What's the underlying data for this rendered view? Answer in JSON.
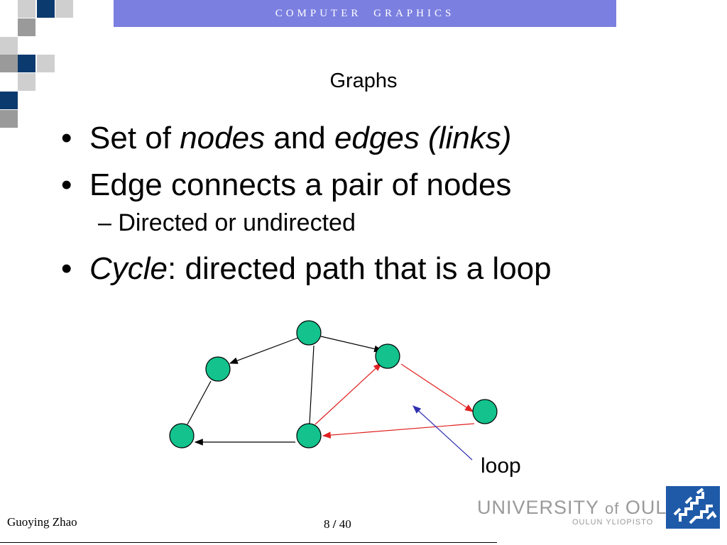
{
  "header": {
    "text": "COMPUTER GRAPHICS"
  },
  "slide": {
    "title": "Graphs",
    "bullets": [
      {
        "parts": [
          "Set of ",
          "nodes",
          " and ",
          "edges (links)"
        ]
      },
      {
        "text": "Edge connects a pair of nodes"
      },
      {
        "sub": "– Directed or undirected"
      },
      {
        "parts": [
          "Cycle",
          ": directed path that is a loop"
        ]
      }
    ],
    "graph_label": "loop"
  },
  "footer": {
    "author": "Guoying Zhao",
    "page": "8",
    "separator": "/",
    "total": "40"
  },
  "university": {
    "name_main": "UNIVERSITY ",
    "name_of": "of",
    "name_city": " OULU",
    "subtitle": "OULUN YLIOPISTO"
  },
  "colors": {
    "header_bar": "#7b7fe0",
    "node_fill": "#13c28c",
    "cycle_edge": "#e02020",
    "pointer_arrow": "#3030b0",
    "logo_blue": "#1f5aa8",
    "deco_navy": "#0b3a6e",
    "deco_gray": "#9a9a9a",
    "deco_light": "#cfcfcf"
  }
}
